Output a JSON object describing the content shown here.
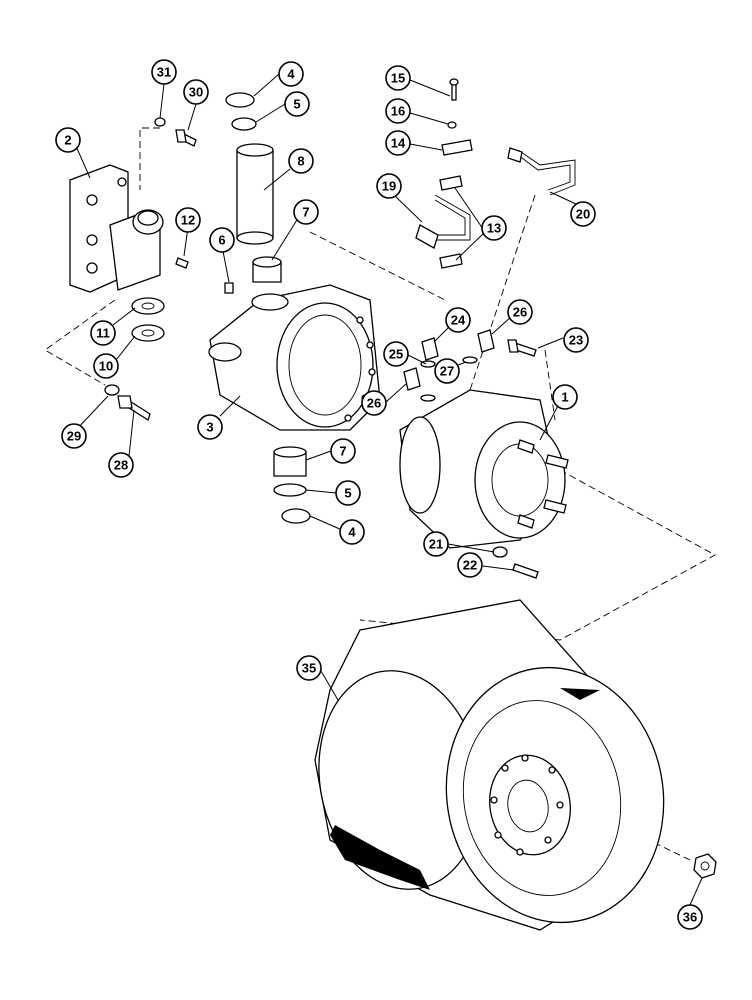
{
  "diagram": {
    "callouts": [
      {
        "id": "c31",
        "label": "31"
      },
      {
        "id": "c30",
        "label": "30"
      },
      {
        "id": "c4a",
        "label": "4"
      },
      {
        "id": "c5a",
        "label": "5"
      },
      {
        "id": "c8",
        "label": "8"
      },
      {
        "id": "c2",
        "label": "2"
      },
      {
        "id": "c7a",
        "label": "7"
      },
      {
        "id": "c12",
        "label": "12"
      },
      {
        "id": "c6",
        "label": "6"
      },
      {
        "id": "c11",
        "label": "11"
      },
      {
        "id": "c10",
        "label": "10"
      },
      {
        "id": "c29",
        "label": "29"
      },
      {
        "id": "c28",
        "label": "28"
      },
      {
        "id": "c3",
        "label": "3"
      },
      {
        "id": "c7b",
        "label": "7"
      },
      {
        "id": "c5b",
        "label": "5"
      },
      {
        "id": "c4b",
        "label": "4"
      },
      {
        "id": "c15",
        "label": "15"
      },
      {
        "id": "c16",
        "label": "16"
      },
      {
        "id": "c14",
        "label": "14"
      },
      {
        "id": "c19",
        "label": "19"
      },
      {
        "id": "c13",
        "label": "13"
      },
      {
        "id": "c20",
        "label": "20"
      },
      {
        "id": "c24",
        "label": "24"
      },
      {
        "id": "c26a",
        "label": "26"
      },
      {
        "id": "c23",
        "label": "23"
      },
      {
        "id": "c25",
        "label": "25"
      },
      {
        "id": "c27",
        "label": "27"
      },
      {
        "id": "c26b",
        "label": "26"
      },
      {
        "id": "c1",
        "label": "1"
      },
      {
        "id": "c21",
        "label": "21"
      },
      {
        "id": "c22",
        "label": "22"
      },
      {
        "id": "c35",
        "label": "35"
      },
      {
        "id": "c36",
        "label": "36"
      }
    ]
  }
}
